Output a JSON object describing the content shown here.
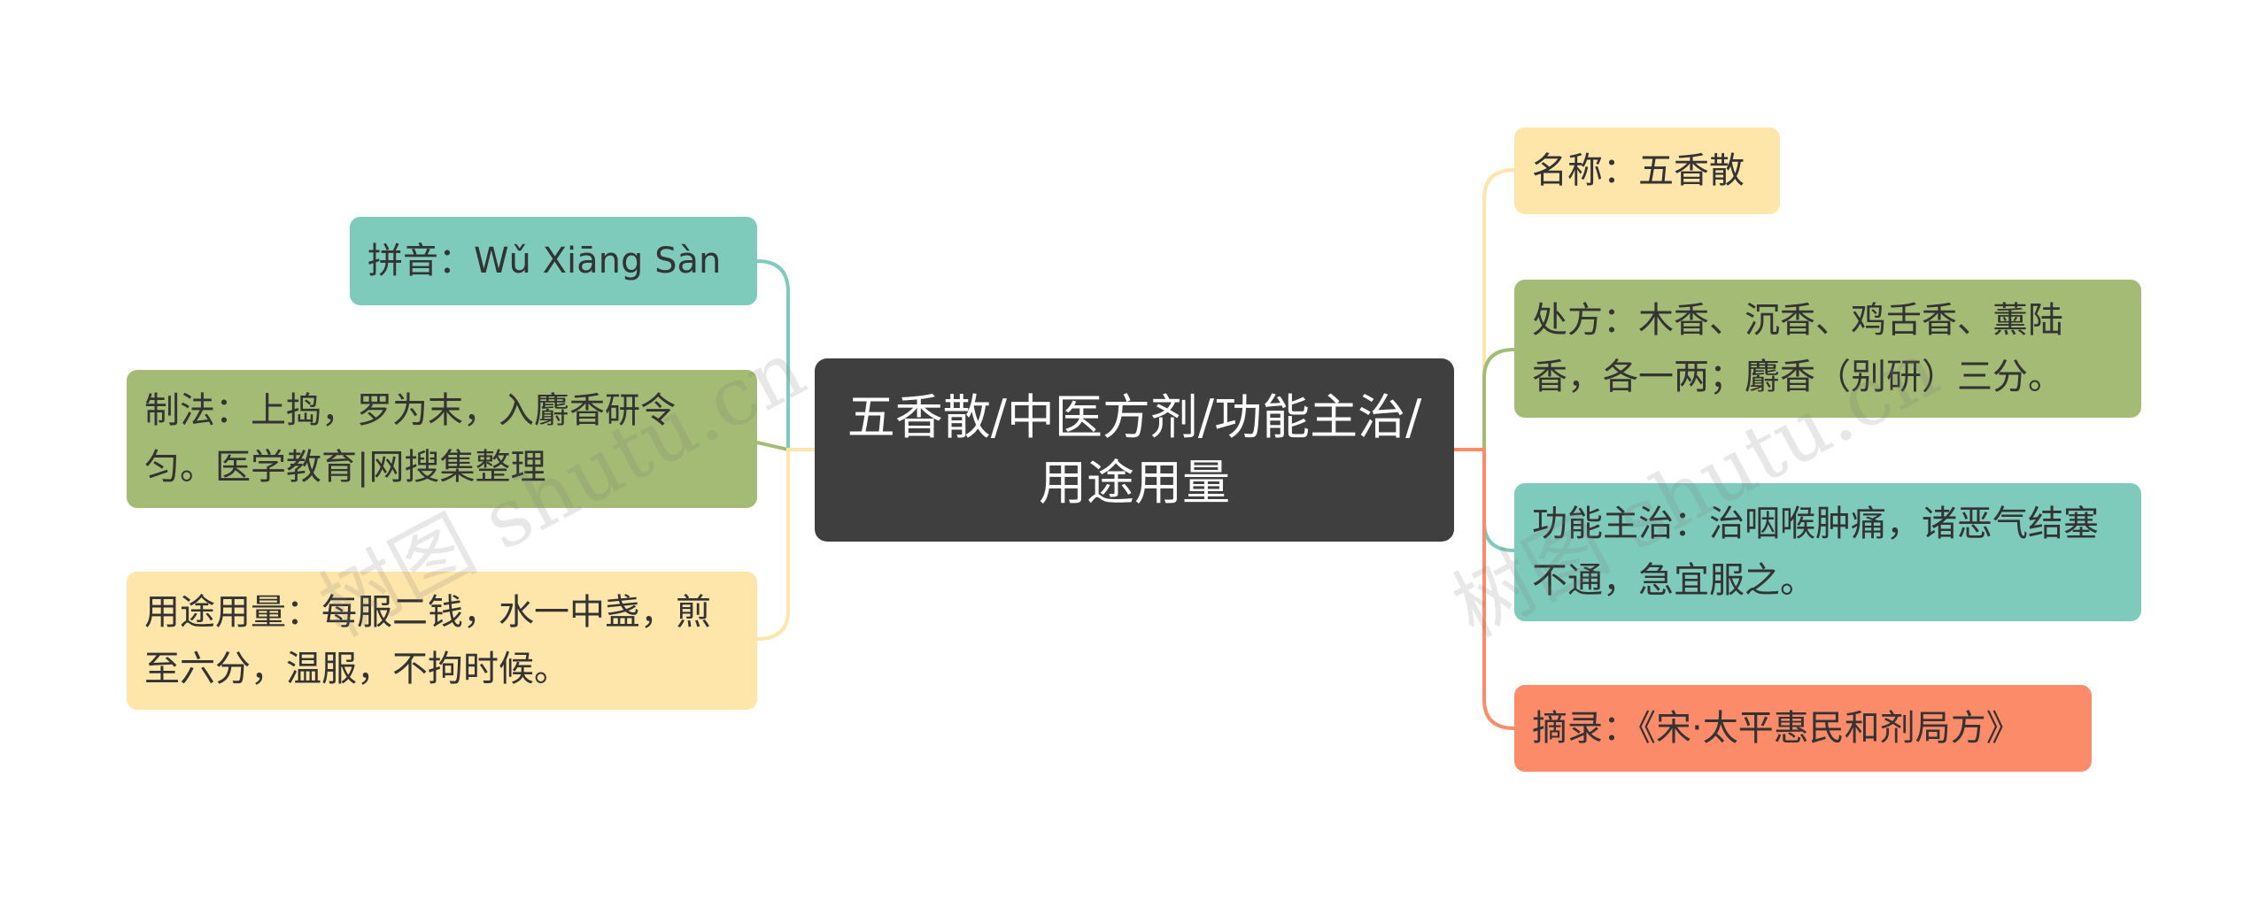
{
  "center": {
    "label": "五香散/中医方剂/功能主治/用途用量"
  },
  "left_nodes": [
    {
      "label": "拼音：Wǔ Xiāng Sàn",
      "color": "#7ecbbb"
    },
    {
      "label": "制法：上捣，罗为末，入麝香研令匀。医学教育|网搜集整理",
      "color": "#a3bb74"
    },
    {
      "label": "用途用量：每服二钱，水一中盏，煎至六分，温服，不拘时候。",
      "color": "#fee5a9"
    }
  ],
  "right_nodes": [
    {
      "label": "名称：五香散",
      "color": "#fee5a9"
    },
    {
      "label": "处方：木香、沉香、鸡舌香、薰陆香，各一两；麝香（别研）三分。",
      "color": "#a3bb74"
    },
    {
      "label": "功能主治：治咽喉肿痛，诸恶气结塞不通，急宜服之。",
      "color": "#7ecbbb"
    },
    {
      "label": "摘录：《宋·太平惠民和剂局方》",
      "color": "#fc8b6a"
    }
  ],
  "watermark": "树图 shutu.cn"
}
